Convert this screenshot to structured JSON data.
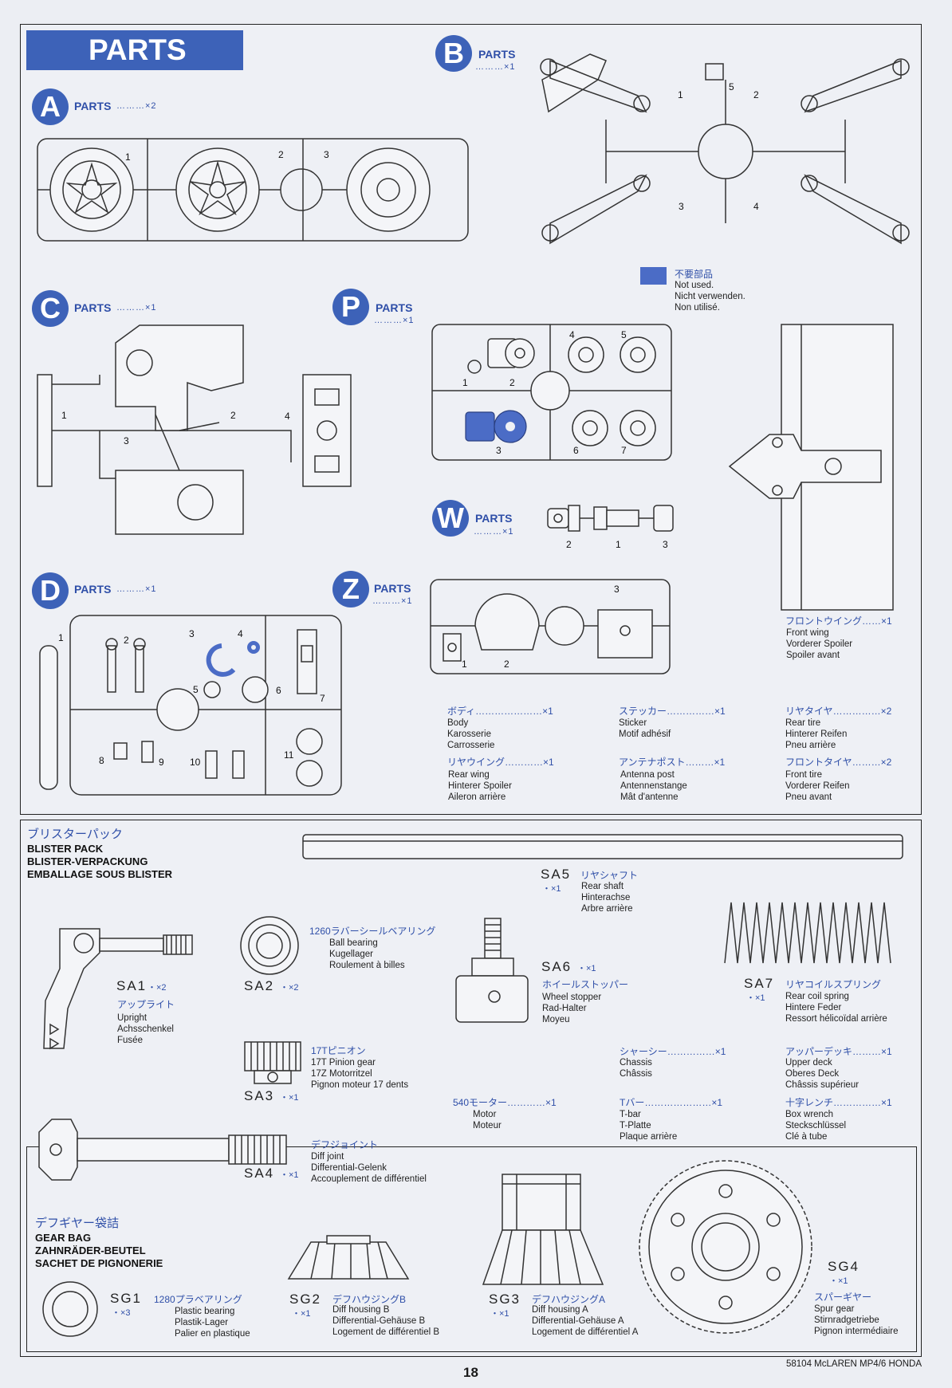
{
  "header": {
    "title": "PARTS"
  },
  "trees": {
    "A": {
      "letter": "A",
      "label": "PARTS",
      "count": "………×2"
    },
    "B": {
      "letter": "B",
      "label": "PARTS",
      "count": "………×1"
    },
    "C": {
      "letter": "C",
      "label": "PARTS",
      "count": "………×1"
    },
    "P": {
      "letter": "P",
      "label": "PARTS",
      "count": "………×1"
    },
    "W": {
      "letter": "W",
      "label": "PARTS",
      "count": "………×1"
    },
    "D": {
      "letter": "D",
      "label": "PARTS",
      "count": "………×1"
    },
    "Z": {
      "letter": "Z",
      "label": "PARTS",
      "count": "………×1"
    }
  },
  "legend": {
    "jp": "不要部品",
    "lines": [
      "Not used.",
      "Nicht verwenden.",
      "Non utilisé."
    ]
  },
  "numbers": {
    "A": [
      "1",
      "2",
      "3"
    ],
    "B": [
      "1",
      "2",
      "3",
      "4",
      "5"
    ],
    "C": [
      "1",
      "2",
      "3",
      "4"
    ],
    "P": [
      "1",
      "2",
      "3",
      "4",
      "5",
      "6",
      "7"
    ],
    "W": [
      "2",
      "1",
      "3"
    ],
    "D": [
      "1",
      "2",
      "3",
      "4",
      "5",
      "6",
      "7",
      "8",
      "9",
      "10",
      "11"
    ],
    "Z": [
      "1",
      "2",
      "3"
    ]
  },
  "loose_parts": [
    {
      "jp": "フロントウイング……×1",
      "lines": [
        "Front wing",
        "Vorderer Spoiler",
        "Spoiler avant"
      ]
    },
    {
      "jp": "ボディ…………………×1",
      "lines": [
        "Body",
        "Karosserie",
        "Carrosserie"
      ]
    },
    {
      "jp": "ステッカー……………×1",
      "lines": [
        "Sticker",
        "Motif adhésif"
      ]
    },
    {
      "jp": "リヤタイヤ……………×2",
      "lines": [
        "Rear tire",
        "Hinterer Reifen",
        "Pneu arrière"
      ]
    },
    {
      "jp": "リヤウイング…………×1",
      "lines": [
        "Rear wing",
        "Hinterer Spoiler",
        "Aileron arrière"
      ]
    },
    {
      "jp": "アンテナポスト………×1",
      "lines": [
        "Antenna post",
        "Antennenstange",
        "Mât d'antenne"
      ]
    },
    {
      "jp": "フロントタイヤ………×2",
      "lines": [
        "Front tire",
        "Vorderer Reifen",
        "Pneu avant"
      ]
    }
  ],
  "blister": {
    "jp": "ブリスターパック",
    "lines": [
      "BLISTER PACK",
      "BLISTER-VERPACKUNG",
      "EMBALLAGE SOUS BLISTER"
    ],
    "items": {
      "SA5": {
        "code": "SA5",
        "count": "・×1",
        "jp": "リヤシャフト",
        "lines": [
          "Rear shaft",
          "Hinterachse",
          "Arbre arrière"
        ]
      },
      "SA1": {
        "code": "SA1",
        "count": "・×2",
        "jp": "アップライト",
        "lines": [
          "Upright",
          "Achsschenkel",
          "Fusée"
        ]
      },
      "SA2": {
        "code": "SA2",
        "count": "・×2",
        "jp": "1260ラバーシールベアリング",
        "lines": [
          "Ball bearing",
          "Kugellager",
          "Roulement à billes"
        ]
      },
      "SA6": {
        "code": "SA6",
        "count": "・×1",
        "jp": "ホイールストッパー",
        "lines": [
          "Wheel stopper",
          "Rad-Halter",
          "Moyeu"
        ]
      },
      "SA7": {
        "code": "SA7",
        "count": "・×1",
        "jp": "リヤコイルスプリング",
        "lines": [
          "Rear coil spring",
          "Hintere Feder",
          "Ressort hélicoïdal arrière"
        ]
      },
      "SA3": {
        "code": "SA3",
        "count": "・×1",
        "jp": "17Tピニオン",
        "lines": [
          "17T Pinion gear",
          "17Z Motorritzel",
          "Pignon moteur 17 dents"
        ]
      },
      "SA4": {
        "code": "SA4",
        "count": "・×1",
        "jp": "デフジョイント",
        "lines": [
          "Diff joint",
          "Differential-Gelenk",
          "Accouplement de différentiel"
        ]
      }
    },
    "others": [
      {
        "jp": "シャーシー……………×1",
        "lines": [
          "Chassis",
          "Châssis"
        ]
      },
      {
        "jp": "アッパーデッキ………×1",
        "lines": [
          "Upper deck",
          "Oberes Deck",
          "Châssis supérieur"
        ]
      },
      {
        "jp": "540モーター…………×1",
        "lines": [
          "Motor",
          "Moteur"
        ]
      },
      {
        "jp": "Tバー…………………×1",
        "lines": [
          "T-bar",
          "T-Platte",
          "Plaque arrière"
        ]
      },
      {
        "jp": "十字レンチ……………×1",
        "lines": [
          "Box wrench",
          "Steckschlüssel",
          "Clé à tube"
        ]
      }
    ]
  },
  "gear_bag": {
    "jp": "デフギヤー袋詰",
    "lines": [
      "GEAR BAG",
      "ZAHNRÄDER-BEUTEL",
      "SACHET DE PIGNONERIE"
    ],
    "items": {
      "SG1": {
        "code": "SG1",
        "count": "・×3",
        "jp": "1280プラベアリング",
        "lines": [
          "Plastic bearing",
          "Plastik-Lager",
          "Palier en plastique"
        ]
      },
      "SG2": {
        "code": "SG2",
        "count": "・×1",
        "jp": "デフハウジングB",
        "lines": [
          "Diff housing B",
          "Differential-Gehäuse B",
          "Logement de différentiel B"
        ]
      },
      "SG3": {
        "code": "SG3",
        "count": "・×1",
        "jp": "デフハウジングA",
        "lines": [
          "Diff housing A",
          "Differential-Gehäuse A",
          "Logement de différentiel A"
        ]
      },
      "SG4": {
        "code": "SG4",
        "count": "・×1",
        "jp": "スパーギヤー",
        "lines": [
          "Spur gear",
          "Stirnradgetriebe",
          "Pignon intermédiaire"
        ]
      }
    }
  },
  "footer": {
    "page": "18",
    "model": "58104 McLAREN MP4/6 HONDA"
  }
}
